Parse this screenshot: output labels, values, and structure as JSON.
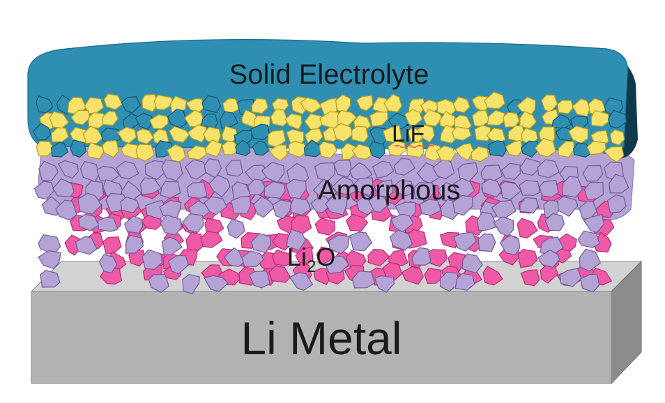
{
  "layers": {
    "solid_electrolyte": {
      "label": "Solid Electrolyte",
      "color": "#2f8fb3",
      "edge_color": "#0f3a4d"
    },
    "lif": {
      "label_main": "LiF",
      "color": "#f7e26b"
    },
    "amorphous": {
      "label": "Amorphous",
      "color": "#b5a3d6"
    },
    "li2o": {
      "label_main": "Li",
      "label_sub": "2",
      "label_tail": "O",
      "color": "#ef5aa6"
    },
    "li_metal": {
      "label": "Li Metal",
      "color": "#b3b3b3"
    }
  }
}
